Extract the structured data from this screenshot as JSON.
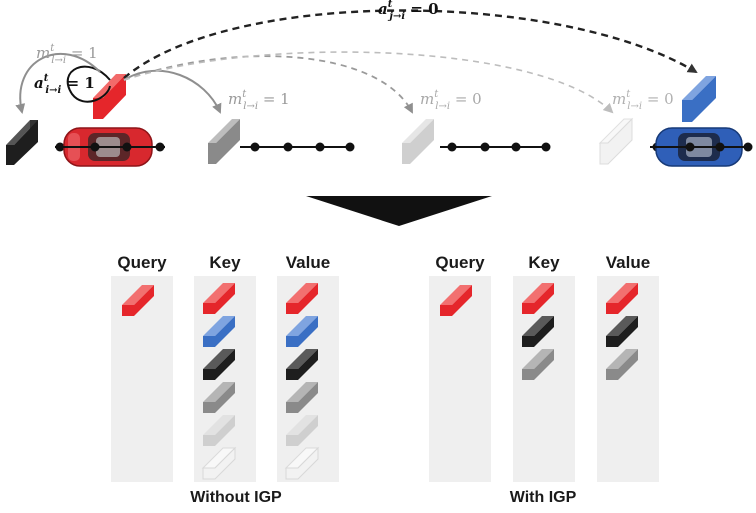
{
  "top": {
    "lbl_self_m": "1",
    "lbl_self_a": "1",
    "lbl_mid1": "1",
    "lbl_mid2": "0",
    "lbl_far": "0",
    "lbl_top": "0"
  },
  "colors": {
    "red": "#e5262b",
    "blue": "#3a6fc4",
    "black": "#1e1e1e",
    "dark_gray": "#8a8a8a",
    "light_gray": "#cfcfcf",
    "panel": "#efefef"
  },
  "table_left": {
    "query_label": "Query",
    "key_label": "Key",
    "value_label": "Value",
    "caption": "Without IGP"
  },
  "table_right": {
    "query_label": "Query",
    "key_label": "Key",
    "value_label": "Value",
    "caption": "With IGP"
  }
}
